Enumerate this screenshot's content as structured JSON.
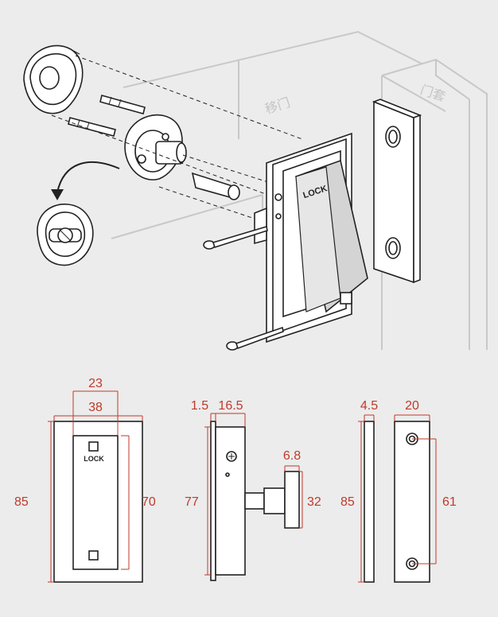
{
  "ghost_labels": {
    "sliding_door": "移门",
    "door_frame": "门套"
  },
  "lock_labels": {
    "exploded": "LOCK",
    "front": "LOCK"
  },
  "dimensions": {
    "front_view": {
      "width_outer": "23",
      "width_inner": "38",
      "height_outer": "85",
      "height_inner": "70"
    },
    "side_view": {
      "plate_thickness": "1.5",
      "body_depth": "16.5",
      "body_height": "77",
      "knob_thickness": "6.8",
      "knob_diameter": "32"
    },
    "strike_plate": {
      "thickness": "4.5",
      "width": "20",
      "height": "85",
      "hole_spacing": "61"
    }
  },
  "colors": {
    "dimension": "#c0392b",
    "line": "#222222",
    "ghost": "#c8c8c8",
    "background": "#ececec"
  }
}
